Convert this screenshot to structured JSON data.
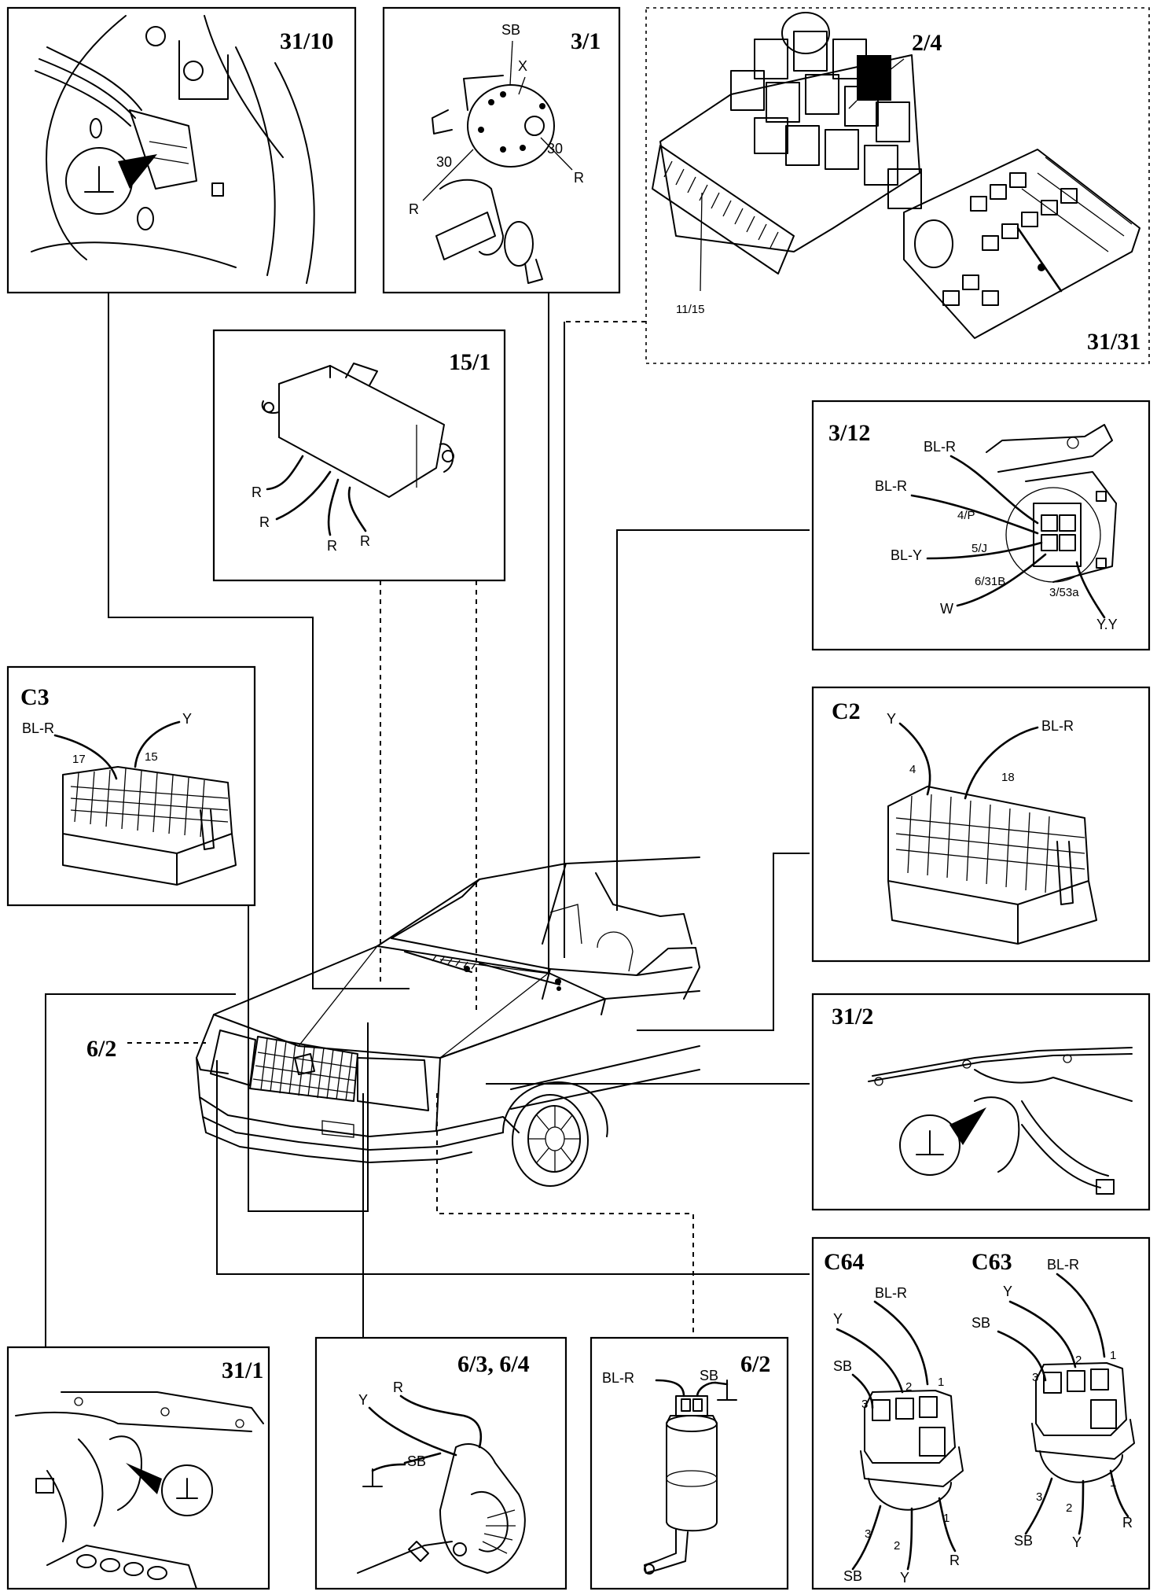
{
  "panels": {
    "p31_10": {
      "title": "31/10"
    },
    "p3_1": {
      "title": "3/1",
      "labels": [
        "SB",
        "X",
        "30",
        "30",
        "R",
        "R"
      ]
    },
    "p2_4": {
      "title": "2/4",
      "sub_title": "31/31",
      "fuse_label": "11/15"
    },
    "p15_1": {
      "title": "15/1",
      "labels": [
        "R",
        "R",
        "R",
        "R"
      ]
    },
    "p3_12": {
      "title": "3/12",
      "labels": [
        "BL-R",
        "BL-R",
        "4/P",
        "BL-Y",
        "5/J",
        "6/31B",
        "3/53a",
        "W",
        "Y.Y"
      ]
    },
    "pC3": {
      "title": "C3",
      "labels": [
        "BL-R",
        "Y",
        "17",
        "15"
      ]
    },
    "pC2": {
      "title": "C2",
      "labels": [
        "Y",
        "BL-R",
        "4",
        "18"
      ]
    },
    "p31_2": {
      "title": "31/2"
    },
    "pC64": {
      "title": "C64",
      "labels": [
        "BL-R",
        "Y",
        "SB",
        "3",
        "2",
        "1",
        "1",
        "3",
        "2",
        "SB",
        "Y",
        "R"
      ]
    },
    "pC63": {
      "title": "C63",
      "labels": [
        "BL-R",
        "Y",
        "SB",
        "3",
        "2",
        "1",
        "1",
        "3",
        "2",
        "SB",
        "Y",
        "R"
      ]
    },
    "p31_1": {
      "title": "31/1"
    },
    "p6_3": {
      "title": "6/3, 6/4",
      "labels": [
        "Y",
        "R",
        "SB"
      ]
    },
    "p6_2": {
      "title": "6/2",
      "labels": [
        "BL-R",
        "SB"
      ]
    }
  },
  "car_callout": "6/2"
}
